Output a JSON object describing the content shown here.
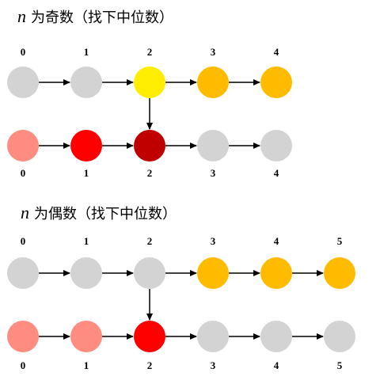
{
  "sections": [
    {
      "title_var": "n",
      "title_text": "为奇数（找下中位数）",
      "top_indices": [
        "0",
        "1",
        "2",
        "3",
        "4"
      ],
      "bottom_indices": [
        "0",
        "1",
        "2",
        "3",
        "4"
      ],
      "top_colors": [
        "#d3d3d3",
        "#d3d3d3",
        "#ffee00",
        "#ffbb00",
        "#ffbb00"
      ],
      "bottom_colors": [
        "#ff8c80",
        "#ff0000",
        "#c00000",
        "#d3d3d3",
        "#d3d3d3"
      ],
      "link_from_top_index": 2
    },
    {
      "title_var": "n",
      "title_text": "为偶数（找下中位数）",
      "top_indices": [
        "0",
        "1",
        "2",
        "3",
        "4",
        "5"
      ],
      "bottom_indices": [
        "0",
        "1",
        "2",
        "3",
        "4",
        "5"
      ],
      "top_colors": [
        "#d3d3d3",
        "#d3d3d3",
        "#d3d3d3",
        "#ffbb00",
        "#ffbb00",
        "#ffbb00"
      ],
      "bottom_colors": [
        "#ff8c80",
        "#ff8c80",
        "#ff0000",
        "#d3d3d3",
        "#d3d3d3",
        "#d3d3d3"
      ],
      "link_from_top_index": 2
    }
  ]
}
